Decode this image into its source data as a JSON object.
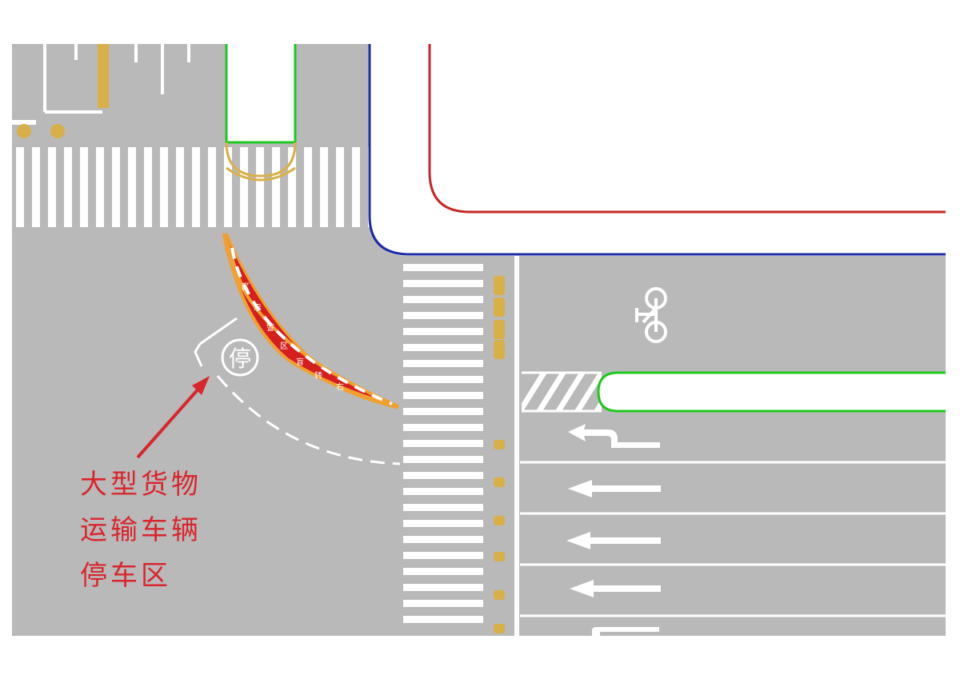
{
  "annotation": {
    "lines": [
      "大型货物",
      "运输车辆",
      "停车区"
    ]
  },
  "markings": {
    "parking_sign_char": "停",
    "zone_text": [
      "区",
      "示",
      "警",
      "区",
      "盲",
      "转",
      "右"
    ]
  },
  "icons": {
    "bicycle": "bicycle-icon",
    "annotation_arrow": "arrow-icon",
    "lane_arrows": [
      "left-turn-arrow-icon",
      "straight-arrow-icon",
      "straight-arrow-icon",
      "straight-arrow-icon"
    ]
  },
  "colors": {
    "road": "#b9b9b9",
    "sidewalk": "#ffffff",
    "blue_curb": "#1f2aa6",
    "red_boundary": "#c62828",
    "green_island": "#1ec81e",
    "yellow_marking": "#d8b04a",
    "red_zone": "#d51f1f",
    "zone_outline": "#f0a030",
    "annotation": "#d8262e"
  }
}
